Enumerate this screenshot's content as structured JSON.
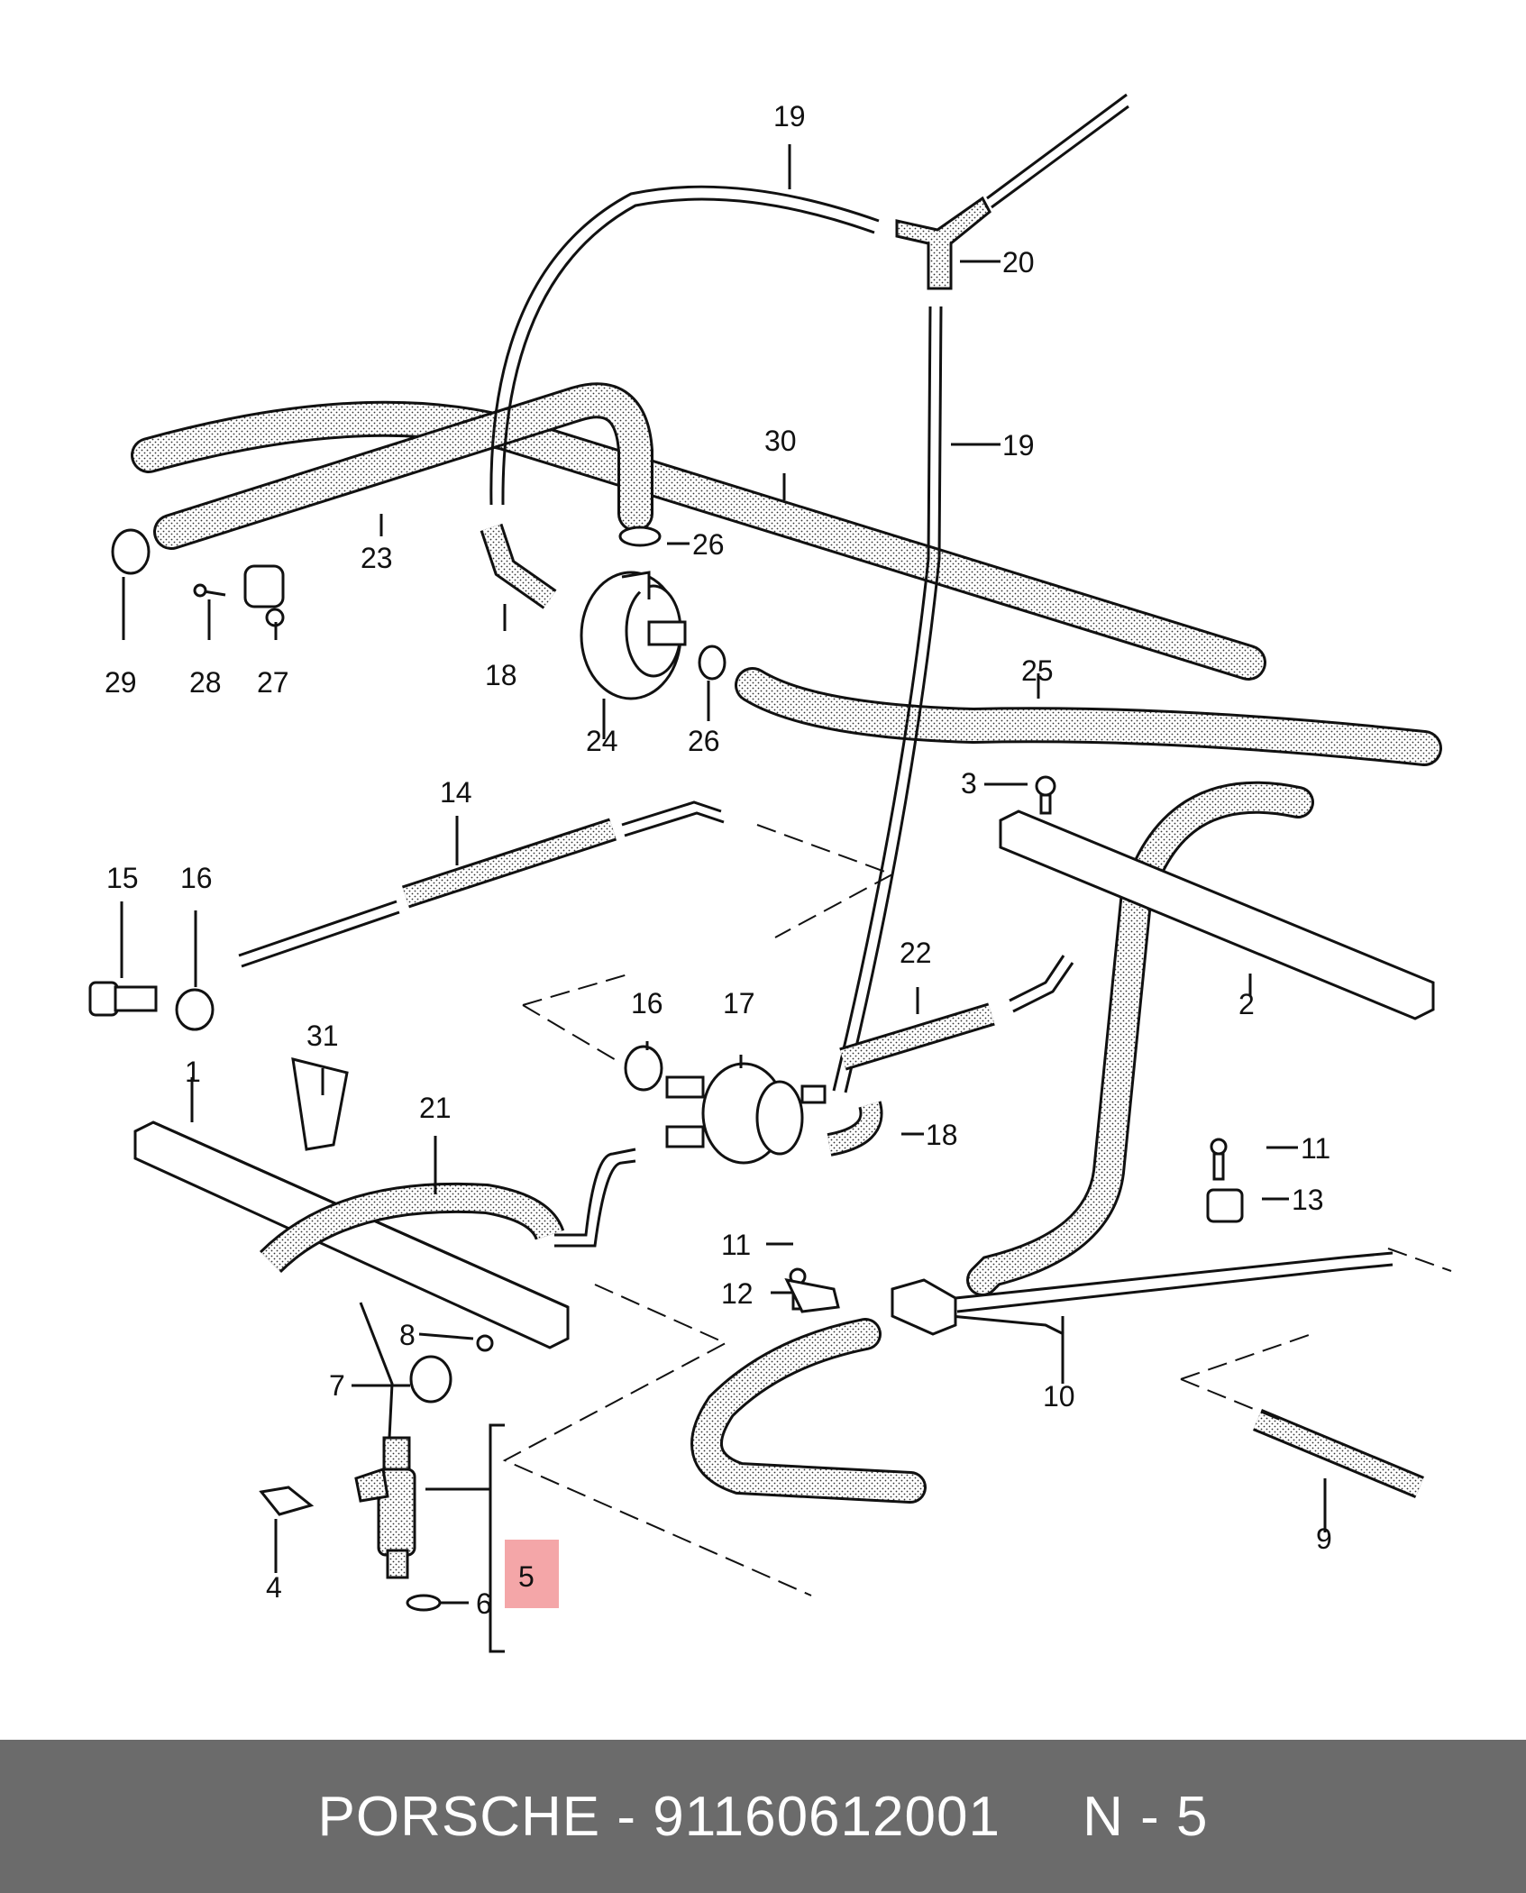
{
  "colors": {
    "background": "#ffffff",
    "footer_bg": "#6b6b6b",
    "footer_text": "#ffffff",
    "highlight": "#f4a6a8",
    "line": "#111111"
  },
  "callouts": {
    "c1": "1",
    "c2": "2",
    "c3": "3",
    "c4": "4",
    "c5": "5",
    "c6": "6",
    "c7": "7",
    "c8": "8",
    "c9": "9",
    "c10": "10",
    "c11a": "11",
    "c11b": "11",
    "c12": "12",
    "c13": "13",
    "c14": "14",
    "c15": "15",
    "c16a": "16",
    "c16b": "16",
    "c17": "17",
    "c18a": "18",
    "c18b": "18",
    "c19a": "19",
    "c19b": "19",
    "c20": "20",
    "c21": "21",
    "c22": "22",
    "c23": "23",
    "c24": "24",
    "c25": "25",
    "c26a": "26",
    "c26b": "26",
    "c27": "27",
    "c28": "28",
    "c29": "29",
    "c30": "30",
    "c31": "31"
  },
  "highlighted_part": "5",
  "footer": {
    "text": "PORSCHE - 91160612001     N - 5"
  }
}
